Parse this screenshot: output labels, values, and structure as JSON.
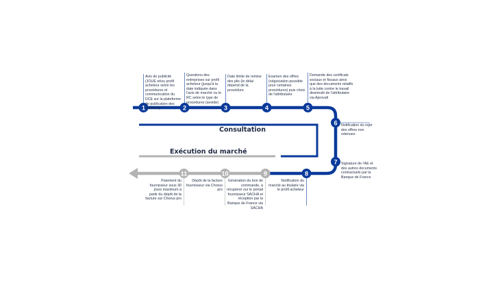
{
  "colors": {
    "accent": "#0a3a9a",
    "muted": "#b3b3b3",
    "text": "#1f2a44"
  },
  "phases": {
    "consultation": "Consultation",
    "execution": "Exécution du marché"
  },
  "steps": [
    {
      "num": "1",
      "label": "Avis de publicité (JOUE et/ou profil acheteur selon les procédures et communication du DCE sur la plateforme de publication des marchés)"
    },
    {
      "num": "2",
      "label": "Questions des entreprises sur profil acheteur (jusqu'à la date indiquée dans l'avis de marché ou le RC selon le type de procédures (avoide)"
    },
    {
      "num": "3",
      "label": "Date limite de remise des plis (le délai dépend de la procédure"
    },
    {
      "num": "4",
      "label": "Examen des offres (négociation possible pour certaines procédures) puis choix de l'attributaire"
    },
    {
      "num": "5",
      "label": "Demande des certificats sociaux et fiscaux ainsi que des documents relatifs à la lutte contre le travail dissimulé de l'attributaire via Aprovall"
    },
    {
      "num": "6",
      "label": "Notification du rejet des offres non retenues"
    },
    {
      "num": "7",
      "label": "Signature de l'AE et des autres documents contractuels par la Banque de France"
    },
    {
      "num": "8",
      "label": "Notification du marché au titulaire via le profil acheteur"
    },
    {
      "num": "9",
      "label": "Génération du bon de commande, à récupérer sur le portail fournisseur SACHA et réception par la Banque de France via SACHA"
    },
    {
      "num": "10",
      "label": "Dépôt de la facture fournisseur via Chorus pro"
    },
    {
      "num": "11",
      "label": "Paiement du fournisseur sous 30 jours maximum à partir du dépôt de la facture sur Chorus pro"
    }
  ]
}
